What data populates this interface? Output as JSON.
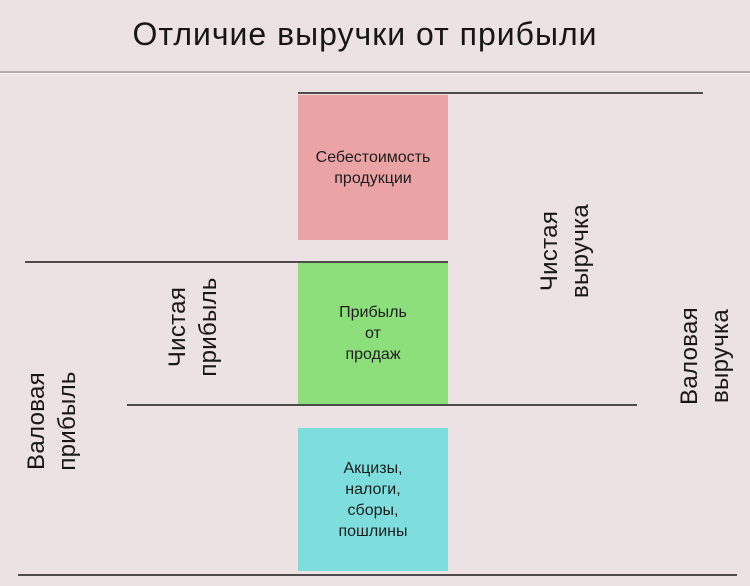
{
  "header": {
    "title": "Отличие выручки от прибыли"
  },
  "boxes": {
    "cost": {
      "label": "Себестоимость\nпродукции",
      "color": "#eba4a6"
    },
    "profit": {
      "label": "Прибыль\nот\nпродаж",
      "color": "#8cdf7a"
    },
    "taxes": {
      "label": "Акцизы,\nналоги,\nсборы,\nпошлины",
      "color": "#7edede"
    }
  },
  "axis_labels": {
    "gross_profit": "Валовая прибыль",
    "net_profit": "Чистая\nприбыль",
    "net_revenue": "Чистая выручка",
    "gross_revenue": "Валовая выручка"
  },
  "colors": {
    "background": "#ede2e3",
    "bracket_line": "#4f4a4b",
    "title_divider": "#b5abad",
    "text": "#1c1c1c"
  }
}
